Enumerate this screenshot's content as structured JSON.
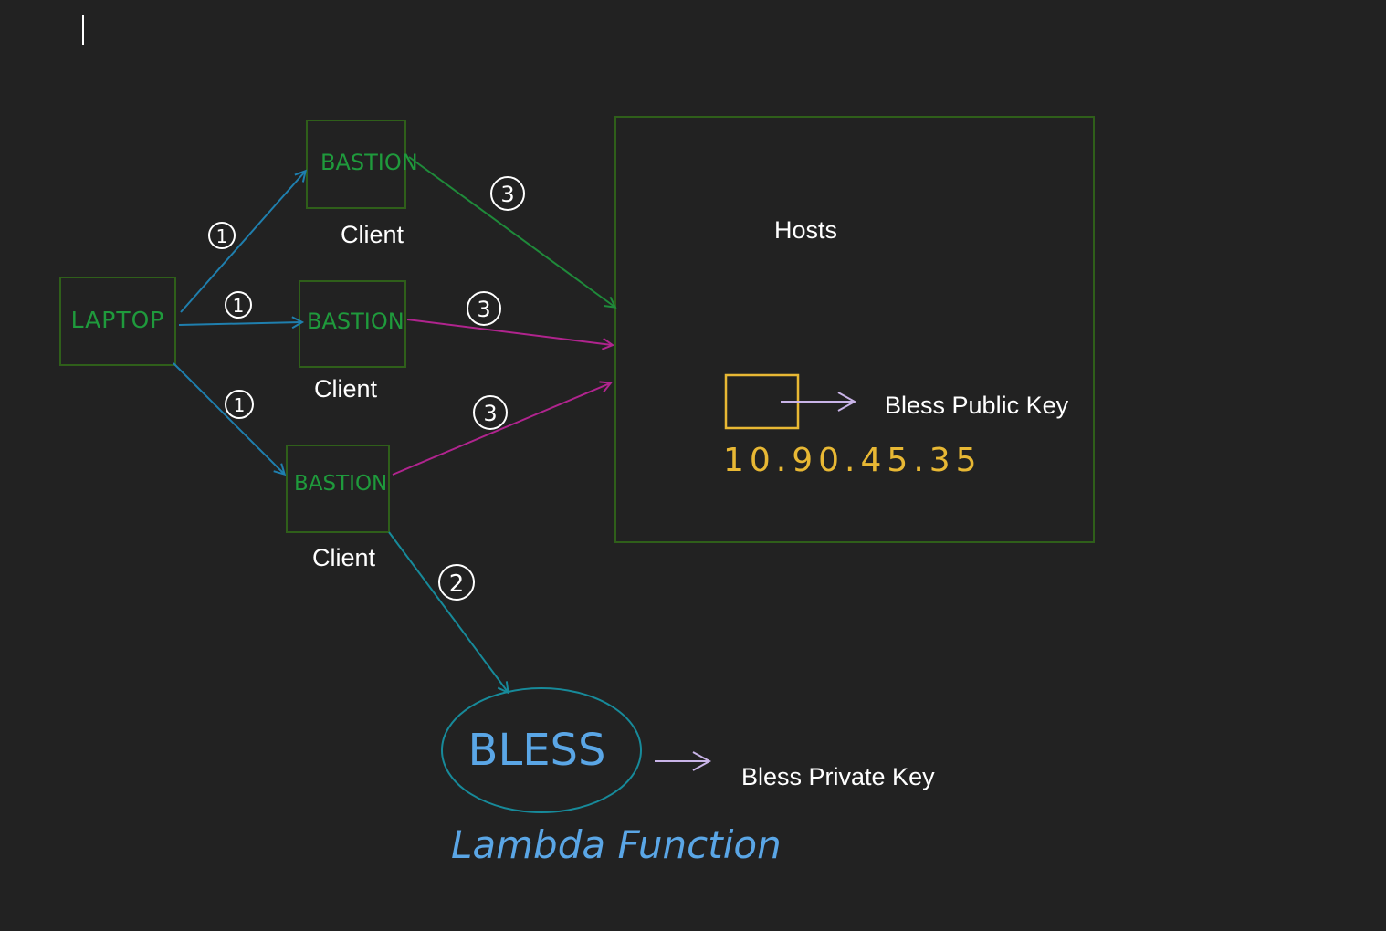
{
  "nodes": {
    "laptop": {
      "label": "LAPTOP"
    },
    "bastion_1": {
      "label": "BASTION",
      "caption": "Client"
    },
    "bastion_2": {
      "label": "BASTION",
      "caption": "Client"
    },
    "bastion_3": {
      "label": "BASTION",
      "caption": "Client"
    },
    "hosts": {
      "label": "Hosts"
    },
    "host_key": {
      "ip": "10.90.45.35",
      "key_label": "Bless Public Key"
    },
    "bless": {
      "label": "BLESS",
      "caption": "Lambda Function",
      "key_label": "Bless Private Key"
    }
  },
  "steps": {
    "laptop_to_bastion_1": "1",
    "laptop_to_bastion_2": "1",
    "laptop_to_bastion_3": "1",
    "bastion_3_to_bless": "2",
    "bastion_1_to_hosts": "3",
    "bastion_2_to_hosts": "3",
    "bastion_3_to_hosts": "3"
  },
  "colors": {
    "background": "#222222",
    "box_outline": "#2f5f1a",
    "handwritten_green": "#1f9a3c",
    "flow_blue": "#1f7fae",
    "flow_green": "#1f8a3a",
    "flow_magenta": "#b0248e",
    "flow_teal": "#178a9a",
    "key_arrow": "#c9b4e8",
    "ip_yellow": "#e8b834",
    "bless_blue": "#5aa6e6",
    "text_white": "#ffffff"
  }
}
